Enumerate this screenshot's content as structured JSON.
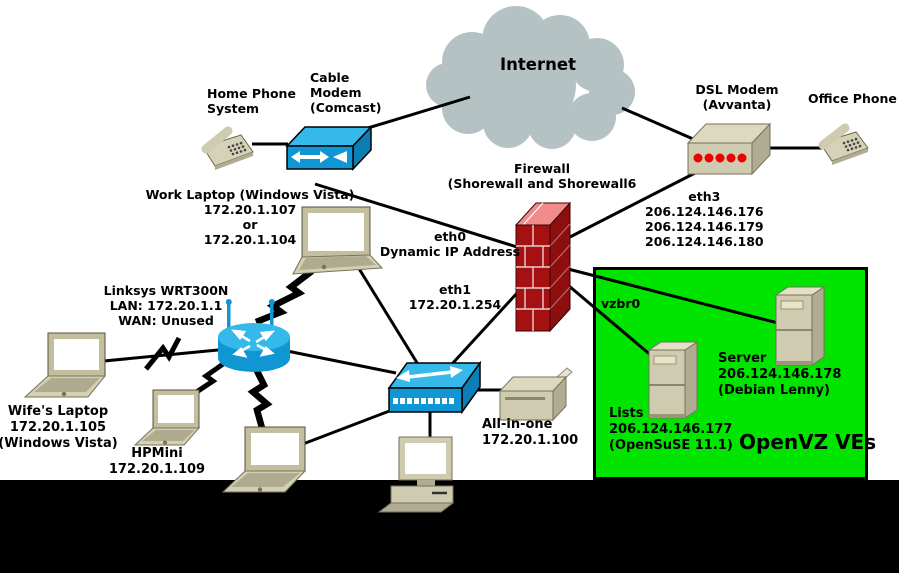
{
  "diagram": {
    "type": "network-topology",
    "nodes": {
      "internet": [
        "Internet"
      ],
      "home_phone": [
        "Home Phone",
        "System"
      ],
      "cable_modem": [
        "Cable",
        "Modem",
        "(Comcast)"
      ],
      "dsl_modem": [
        "DSL Modem",
        "(Avvanta)"
      ],
      "office_phone": [
        "Office Phone"
      ],
      "firewall": [
        "Firewall",
        "(Shorewall and Shorewall6"
      ],
      "eth0": [
        "eth0",
        "Dynamic IP Address"
      ],
      "eth1": [
        "eth1",
        "172.20.1.254"
      ],
      "eth3": [
        "eth3",
        "206.124.146.176",
        "206.124.146.179",
        "206.124.146.180"
      ],
      "work_laptop": [
        "Work Laptop (Windows Vista)",
        "172.20.1.107",
        "or",
        "172.20.1.104"
      ],
      "linksys": [
        "Linksys WRT300N",
        "LAN: 172.20.1.1",
        "WAN: Unused"
      ],
      "wifes_laptop": [
        "Wife's Laptop",
        "172.20.1.105",
        "(Windows Vista)"
      ],
      "hpmini": [
        "HPMini",
        "172.20.1.109"
      ],
      "all_in_one": [
        "All-in-one",
        "172.20.1.100"
      ],
      "vzbr0": [
        "vzbr0"
      ],
      "server_ve": [
        "Server",
        "206.124.146.178",
        "(Debian Lenny)"
      ],
      "lists_ve": [
        "Lists",
        "206.124.146.177",
        "(OpenSuSE 11.1)"
      ],
      "openvz": [
        "OpenVZ VEs"
      ]
    },
    "icons": {
      "internet": "cloud-icon",
      "home_phone": "desk-phone-icon",
      "office_phone": "desk-phone-icon",
      "cable_modem": "blue-modem-box-icon",
      "dsl_modem": "beige-modem-leds-icon",
      "firewall": "red-brick-wall-icon",
      "router": "wireless-router-cylinder-icon",
      "switch": "ethernet-switch-icon",
      "laptops": "laptop-icon",
      "desktop": "desktop-computer-icon",
      "all_in_one": "printer-icon",
      "ve_servers": "tower-server-icon"
    },
    "colors": {
      "cloud": "#B5C2C4",
      "device_blue_top": "#35B9EA",
      "device_blue": "#1096D2",
      "device_blue_dark": "#0B7FB5",
      "beige": "#CFCBB0",
      "beige_light": "#E2DEC4",
      "beige_dark": "#B0AC92",
      "firewall_front": "#A51111",
      "firewall_side": "#8E0E0E",
      "firewall_top": "#F28B8B",
      "green_box": "#00E400",
      "led_red": "#EE0000",
      "line": "#000000",
      "bottom_bar": "#000000"
    }
  }
}
